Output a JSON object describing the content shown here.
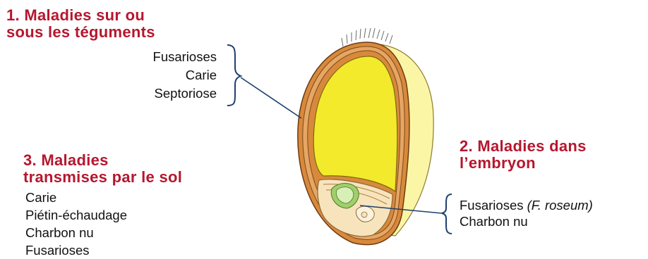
{
  "headings": {
    "teguments": {
      "line1": "1. Maladies sur ou",
      "line2": "sous les téguments"
    },
    "embryon": {
      "line1": "2. Maladies dans",
      "line2": "l’embryon"
    },
    "sol": {
      "line1": "3. Maladies",
      "line2": "transmises par le sol"
    }
  },
  "lists": {
    "teguments": [
      "Fusarioses",
      "Carie",
      "Septoriose"
    ],
    "embryon": {
      "item1_main": "Fusarioses ",
      "item1_species": "(F. roseum)",
      "item2": "Charbon nu"
    },
    "sol": [
      "Carie",
      "Piétin-échaudage",
      "Charbon nu",
      "Fusarioses"
    ]
  },
  "colors": {
    "heading": "#b5172f",
    "bracket": "#1f3f6e",
    "pericarp": "#d9893c",
    "endosperm": "#f2ea2b",
    "embryo": "#f7e4bd",
    "scutellum": "#9fcf6b"
  }
}
